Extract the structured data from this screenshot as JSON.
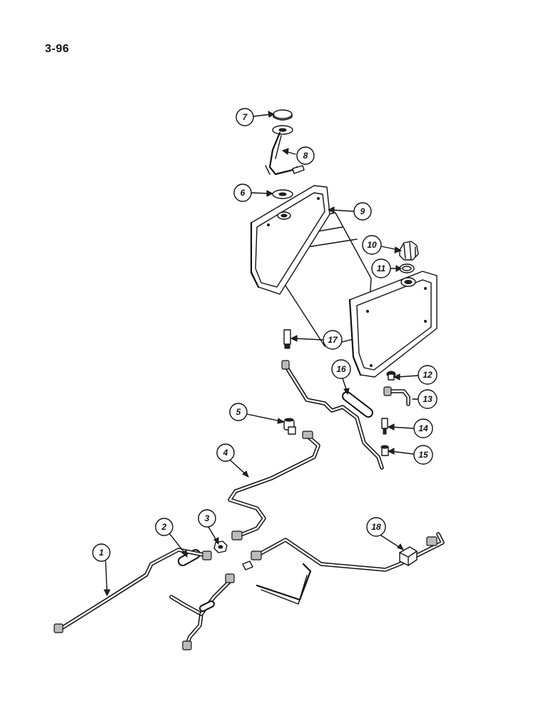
{
  "page": {
    "number": "3-96"
  },
  "callouts": [
    {
      "number": "1",
      "part": "fuel-line-1"
    },
    {
      "number": "2",
      "part": "hose-2"
    },
    {
      "number": "3",
      "part": "nut-3"
    },
    {
      "number": "4",
      "part": "fuel-line-4"
    },
    {
      "number": "5",
      "part": "tee-fitting-5"
    },
    {
      "number": "6",
      "part": "gasket-6"
    },
    {
      "number": "7",
      "part": "cap-7"
    },
    {
      "number": "8",
      "part": "fuel-gauge-sender-8"
    },
    {
      "number": "9",
      "part": "fuel-tank-9"
    },
    {
      "number": "10",
      "part": "filler-cap-10"
    },
    {
      "number": "11",
      "part": "seal-ring-11"
    },
    {
      "number": "12",
      "part": "drain-plug-12"
    },
    {
      "number": "13",
      "part": "elbow-13"
    },
    {
      "number": "14",
      "part": "valve-14"
    },
    {
      "number": "15",
      "part": "fitting-15"
    },
    {
      "number": "16",
      "part": "hose-16"
    },
    {
      "number": "17",
      "part": "connector-17"
    },
    {
      "number": "18",
      "part": "clamp-18"
    }
  ]
}
